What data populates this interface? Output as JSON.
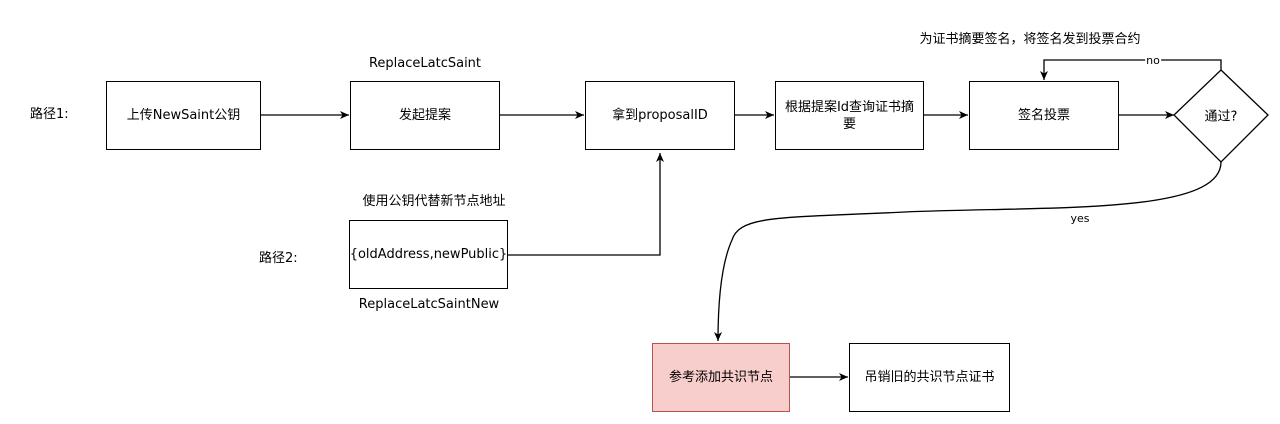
{
  "row_labels": {
    "path1": "路径1:",
    "path2": "路径2:"
  },
  "nodes": {
    "upload_key": "上传NewSaint公钥",
    "initiate_proposal": "发起提案",
    "get_proposal_id": "拿到proposalID",
    "query_digest": "根据提案Id查询证书摘要",
    "sign_vote": "签名投票",
    "passed": "通过?",
    "param_box": "{oldAddress,newPublic}",
    "add_consensus": "参考添加共识节点",
    "revoke_cert": "吊销旧的共识节点证书"
  },
  "annotations": {
    "replace_latc_saint": "ReplaceLatcSaint",
    "replace_latc_saint_new": "ReplaceLatcSaintNew",
    "use_public_key": "使用公钥代替新节点地址",
    "sign_digest_note": "为证书摘要签名，将签名发到投票合约"
  },
  "edge_labels": {
    "no": "no",
    "yes": "yes"
  },
  "colors": {
    "highlight_fill": "#f8cecc",
    "highlight_stroke": "#b85450"
  }
}
